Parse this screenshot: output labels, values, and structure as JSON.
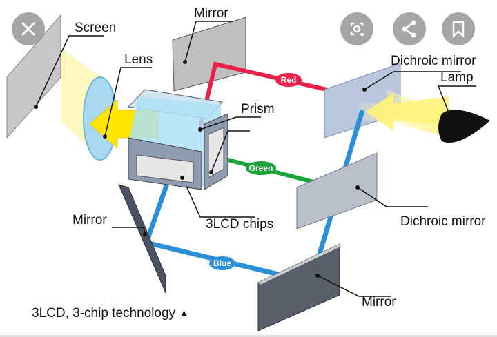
{
  "diagram": {
    "labels": {
      "screen": "Screen",
      "lens": "Lens",
      "mirror_top": "Mirror",
      "dichroic_top": "Dichroic mirror",
      "lamp": "Lamp",
      "prism": "Prism",
      "chips": "3LCD chips",
      "mirror_left": "Mirror",
      "dichroic_bottom": "Dichroic mirror",
      "mirror_bottom": "Mirror"
    },
    "beams": {
      "red": "Red",
      "green": "Green",
      "blue": "Blue"
    },
    "colors": {
      "red": "#e8204a",
      "green": "#19a33b",
      "blue": "#2a8fd6",
      "light": "#fff27a"
    }
  },
  "caption": "3LCD, 3-chip technology",
  "caption_icon": "triangle-up",
  "viewer_buttons": [
    "close-icon",
    "lens-search-icon",
    "share-icon",
    "bookmark-icon"
  ]
}
